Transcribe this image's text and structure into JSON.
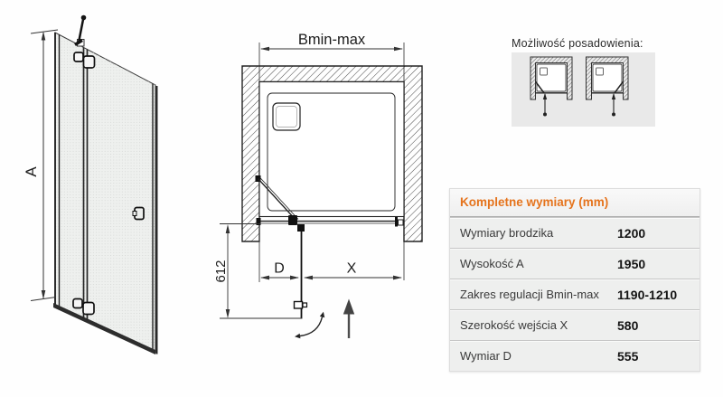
{
  "drawings": {
    "front_view": {
      "dim_height_label": "A"
    },
    "top_view": {
      "dim_width_label": "Bmin-max",
      "dim_depth_label": "612",
      "dim_d_label": "D",
      "dim_x_label": "X"
    }
  },
  "placement": {
    "title": "Możliwość posadowienia:"
  },
  "spec_table": {
    "title": "Kompletne wymiary (mm)",
    "rows": [
      {
        "label": "Wymiary brodzika",
        "value": "1200"
      },
      {
        "label": "Wysokość A",
        "value": "1950"
      },
      {
        "label": "Zakres regulacji Bmin-max",
        "value": "1190-1210"
      },
      {
        "label": "Szerokość wejścia X",
        "value": "580"
      },
      {
        "label": "Wymiar D",
        "value": "555"
      }
    ]
  },
  "colors": {
    "accent_orange": "#e5731c",
    "table_background": "#eeefee",
    "placement_box_background": "#e9e9e9",
    "line_color": "#222222",
    "glass_fill": "#eef0ee"
  }
}
